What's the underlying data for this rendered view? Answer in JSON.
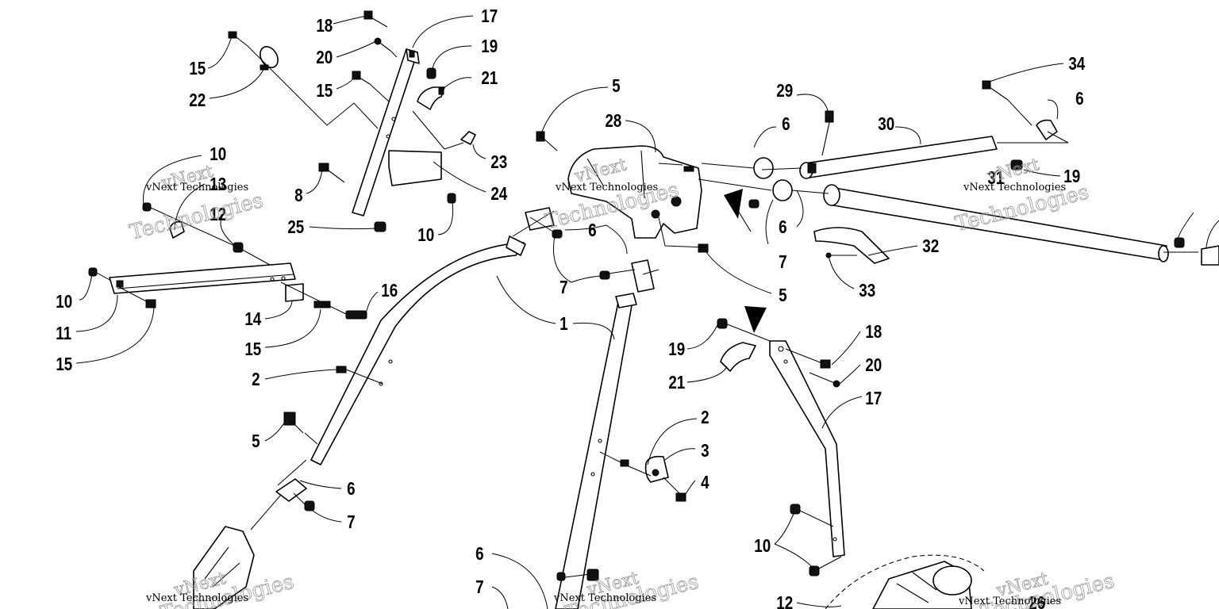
{
  "watermark": {
    "line1": "vNext",
    "line2": "Technologies",
    "caption": "vNext Technologies"
  },
  "callouts": {
    "c1": "1",
    "c2a": "2",
    "c2b": "2",
    "c3": "3",
    "c4": "4",
    "c5a": "5",
    "c5b": "5",
    "c5c": "5",
    "c6a": "6",
    "c6b": "6",
    "c6c": "6",
    "c6d": "6",
    "c6e": "6",
    "c6f": "6",
    "c7a": "7",
    "c7b": "7",
    "c7c": "7",
    "c7d": "7",
    "c8": "8",
    "c10a": "10",
    "c10b": "10",
    "c10c": "10",
    "c10d": "10",
    "c11": "11",
    "c12a": "12",
    "c12b": "12",
    "c13": "13",
    "c14": "14",
    "c15a": "15",
    "c15b": "15",
    "c15c": "15",
    "c15d": "15",
    "c16": "16",
    "c17a": "17",
    "c17b": "17",
    "c18a": "18",
    "c18b": "18",
    "c19a": "19",
    "c19b": "19",
    "c19c": "19",
    "c20a": "20",
    "c20b": "20",
    "c21a": "21",
    "c21b": "21",
    "c22": "22",
    "c23": "23",
    "c24": "24",
    "c25": "25",
    "c26": "26",
    "c28": "28",
    "c29": "29",
    "c30": "30",
    "c31": "31",
    "c32": "32",
    "c33": "33",
    "c34": "34"
  }
}
